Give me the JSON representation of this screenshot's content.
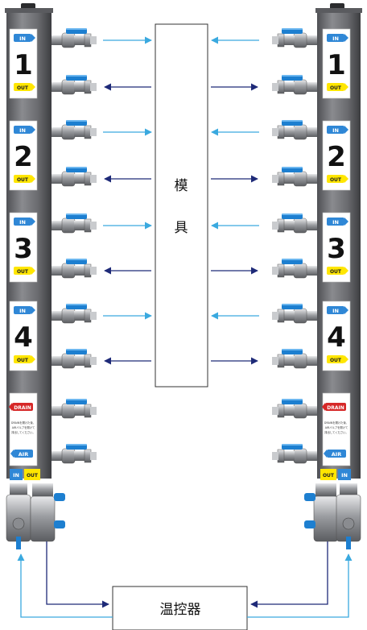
{
  "mold": {
    "label_line1": "模",
    "label_line2": "具"
  },
  "controller": {
    "label": "温控器"
  },
  "zones": [
    {
      "number": "1",
      "in_tag": "IN",
      "out_tag": "OUT"
    },
    {
      "number": "2",
      "in_tag": "IN",
      "out_tag": "OUT"
    },
    {
      "number": "3",
      "in_tag": "IN",
      "out_tag": "OUT"
    },
    {
      "number": "4",
      "in_tag": "IN",
      "out_tag": "OUT"
    }
  ],
  "drain_panel": {
    "drain_tag": "DRAIN",
    "note_line1": "DRAINを開けた後、",
    "note_line2": "AIRバルブを開けて",
    "note_line3": "排出してください。",
    "air_tag": "AIR"
  },
  "bottom_tags": {
    "in": "IN",
    "out": "OUT"
  },
  "colors": {
    "supply_arrow": "#3aa9df",
    "return_arrow": "#1e2a78",
    "manifold": "#6e6f73",
    "valve_blue": "#1d7fd0",
    "tag_yellow": "#ffe600",
    "tag_blue": "#2f87d6",
    "drain_red": "#d62828"
  }
}
